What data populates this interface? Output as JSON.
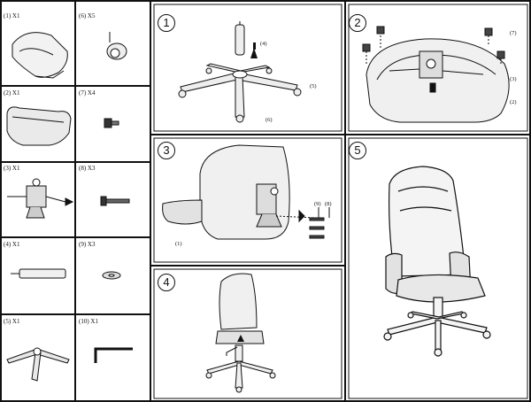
{
  "parts": [
    {
      "label": "(1)",
      "qty": "X1"
    },
    {
      "label": "(2)",
      "qty": "X1"
    },
    {
      "label": "(3)",
      "qty": "X1"
    },
    {
      "label": "(4)",
      "qty": "X1"
    },
    {
      "label": "(5)",
      "qty": "X1"
    },
    {
      "label": "(6)",
      "qty": "X5"
    },
    {
      "label": "(7)",
      "qty": "X4"
    },
    {
      "label": "(8)",
      "qty": "X3"
    },
    {
      "label": "(9)",
      "qty": "X3"
    },
    {
      "label": "(10)",
      "qty": "X1"
    }
  ],
  "steps": [
    "1",
    "2",
    "3",
    "4",
    "5"
  ],
  "callouts": {
    "step1": [
      "(4)",
      "(5)",
      "(6)"
    ],
    "step2": [
      "(7)",
      "(3)",
      "(2)"
    ],
    "step3": [
      "(9)",
      "(8)",
      "(1)"
    ]
  },
  "colors": {
    "line": "#111111",
    "shade": "#9a9a9a",
    "fill": "#e6e6e6"
  }
}
